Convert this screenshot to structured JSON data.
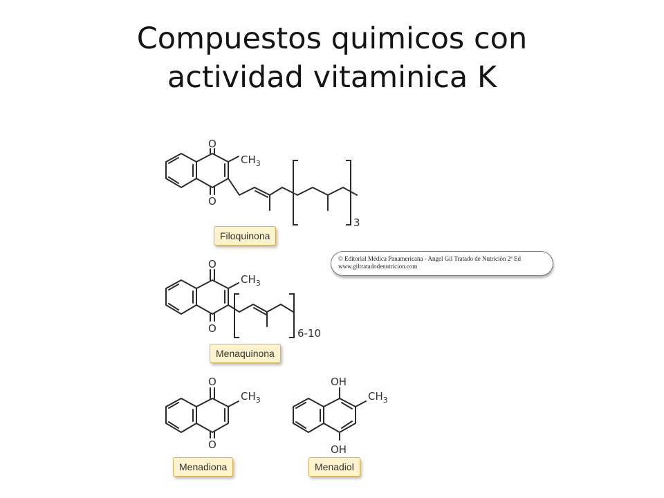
{
  "title": {
    "line1": "Compuestos quimicos con",
    "line2": "actividad vitaminica K"
  },
  "credit": {
    "line1": "© Editorial Médica Panamericana - Angel Gil  Tratado de Nutrición 2ª Ed",
    "line2": "www.giltratadodenutricion.com"
  },
  "compounds": [
    {
      "name": "Filoquinona",
      "o_top": "O",
      "o_bottom": "O",
      "ch": "CH",
      "ch_sub": "3",
      "repeat": "3"
    },
    {
      "name": "Menaquinona",
      "o_top": "O",
      "o_bottom": "O",
      "ch": "CH",
      "ch_sub": "3",
      "repeat": "6-10"
    },
    {
      "name": "Menadiona",
      "o_top": "O",
      "o_bottom": "O",
      "ch": "CH",
      "ch_sub": "3"
    },
    {
      "name": "Menadiol",
      "oh_top": "OH",
      "oh_bottom": "OH",
      "ch": "CH",
      "ch_sub": "3"
    }
  ]
}
